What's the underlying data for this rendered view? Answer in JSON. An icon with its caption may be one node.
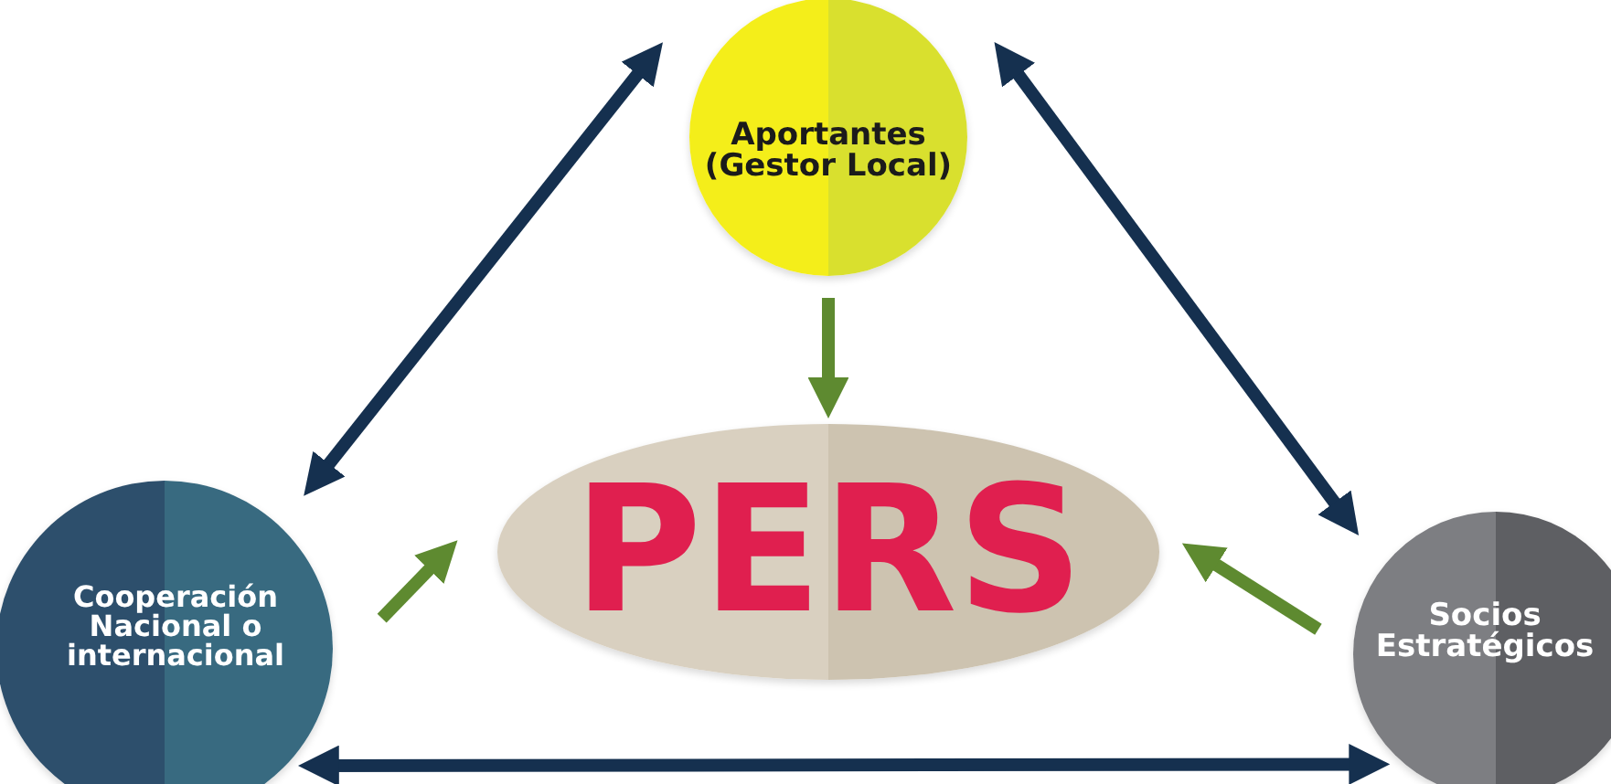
{
  "diagram": {
    "nodes": [
      {
        "text": [
          "Aportantes (Gestor Local)"
        ]
      },
      {
        "text": [
          "PERS"
        ]
      },
      {
        "text": [
          "Cooperación Nacional o internacional"
        ]
      },
      {
        "text": [
          "Socios Estratégicos"
        ]
      }
    ],
    "edges": [
      {
        "from": 0,
        "to": 1,
        "arrow": "to",
        "color": "#5e8a30"
      },
      {
        "from": 2,
        "to": 1,
        "arrow": "to",
        "color": "#5e8a30"
      },
      {
        "from": 3,
        "to": 1,
        "arrow": "to",
        "color": "#5e8a30"
      },
      {
        "from": 0,
        "to": 2,
        "arrow": "both",
        "color": "#15304f"
      },
      {
        "from": 0,
        "to": 3,
        "arrow": "both",
        "color": "#15304f"
      },
      {
        "from": 2,
        "to": 3,
        "arrow": "both",
        "color": "#15304f"
      }
    ]
  }
}
